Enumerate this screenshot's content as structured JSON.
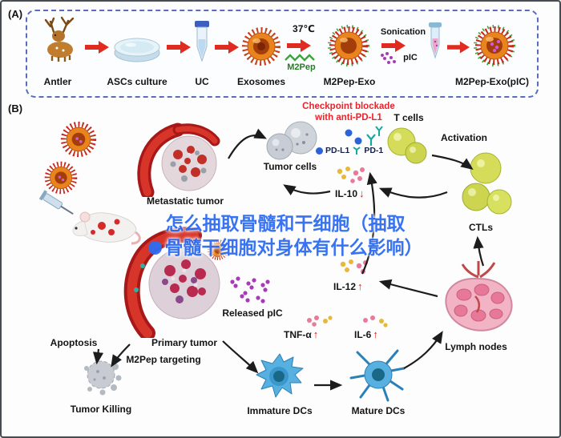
{
  "figure": {
    "panel_a_tag": "(A)",
    "panel_b_tag": "(B)"
  },
  "panel_a": {
    "steps": [
      {
        "id": "antler",
        "label": "Antler"
      },
      {
        "id": "ascs_culture",
        "label": "ASCs culture"
      },
      {
        "id": "uc",
        "label": "UC"
      },
      {
        "id": "exosomes",
        "label": "Exosomes"
      },
      {
        "id": "m2pep_exo",
        "label": "M2Pep-Exo"
      },
      {
        "id": "m2pep_exo_pic",
        "label": "M2Pep-Exo(pIC)"
      }
    ],
    "temp_label": "37℃",
    "m2pep_label": "M2Pep",
    "sonication_label": "Sonication",
    "pic_label": "pIC"
  },
  "panel_b": {
    "checkpoint": {
      "line1": "Checkpoint blockade",
      "line2": "with anti-PD-L1"
    },
    "t_cells": "T cells",
    "tumor_cells": "Tumor cells",
    "pd_l1": "PD-L1",
    "pd_1": "PD-1",
    "activation": "Activation",
    "metastatic_tumor": "Metastatic tumor",
    "ctls": "CTLs",
    "il10": {
      "name": "IL-10",
      "arrow": "↓"
    },
    "il12": {
      "name": "IL-12",
      "arrow": "↑"
    },
    "tnf": {
      "name": "TNF-α",
      "arrow": "↑"
    },
    "il6": {
      "name": "IL-6",
      "arrow": "↑"
    },
    "released_pic": "Released pIC",
    "lymph_nodes": "Lymph nodes",
    "apoptosis": "Apoptosis",
    "primary_tumor": "Primary tumor",
    "m2pep_targeting": "M2Pep targeting",
    "tumor_killing": "Tumor Killing",
    "immature_dcs": "Immature DCs",
    "mature_dcs": "Mature DCs"
  },
  "watermark": {
    "line1": "怎么抽取骨髓和干细胞（抽取",
    "line2": "骨髓干细胞对身体有什么影响）"
  },
  "colors": {
    "panel_border": "#5b6cc0",
    "red_text": "#e8252c",
    "watermark_blue": "#2e6cf2",
    "flow_arrow_red": "#e02c20",
    "pd_l1_blue": "#2a62d8",
    "pd_1_teal": "#18a8a0"
  }
}
